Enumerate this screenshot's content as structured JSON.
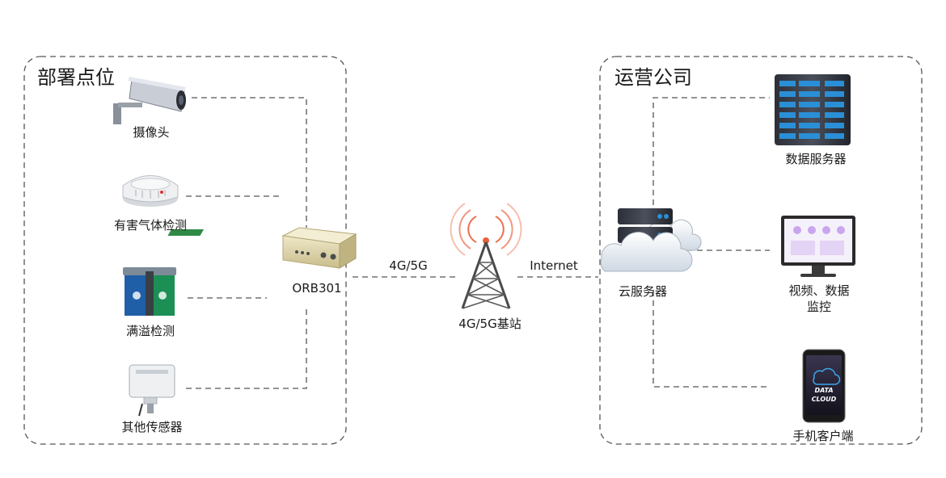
{
  "left_group": {
    "title": "部署点位"
  },
  "right_group": {
    "title": "运营公司"
  },
  "devices": {
    "camera": "摄像头",
    "gas": "有害气体检测",
    "overflow": "满溢检测",
    "other": "其他传感器"
  },
  "router": {
    "label": "ORB301"
  },
  "links": {
    "cellular": "4G/5G",
    "internet": "Internet"
  },
  "tower": {
    "label": "4G/5G基站"
  },
  "cloud": {
    "label": "云服务器"
  },
  "outputs": {
    "data_server": "数据服务器",
    "video_line1": "视频、数据",
    "video_line2": "监控",
    "mobile": "手机客户端",
    "phone_screen_line1": "DATA",
    "phone_screen_line2": "CLOUD"
  },
  "icons": {
    "camera": "cctv-camera-icon",
    "gas": "smoke-detector-icon",
    "overflow": "trash-bin-icon",
    "other": "sensor-box-icon",
    "router": "router-icon",
    "tower": "cell-tower-icon",
    "cloud": "cloud-server-icon",
    "data_server": "server-rack-icon",
    "monitor": "monitor-icon",
    "mobile": "smartphone-icon"
  },
  "colors": {
    "dash": "#555555",
    "server_blue": "#2a8fd6",
    "router_beige": "#d8cfa8",
    "tower_wave": "#e8603a"
  }
}
